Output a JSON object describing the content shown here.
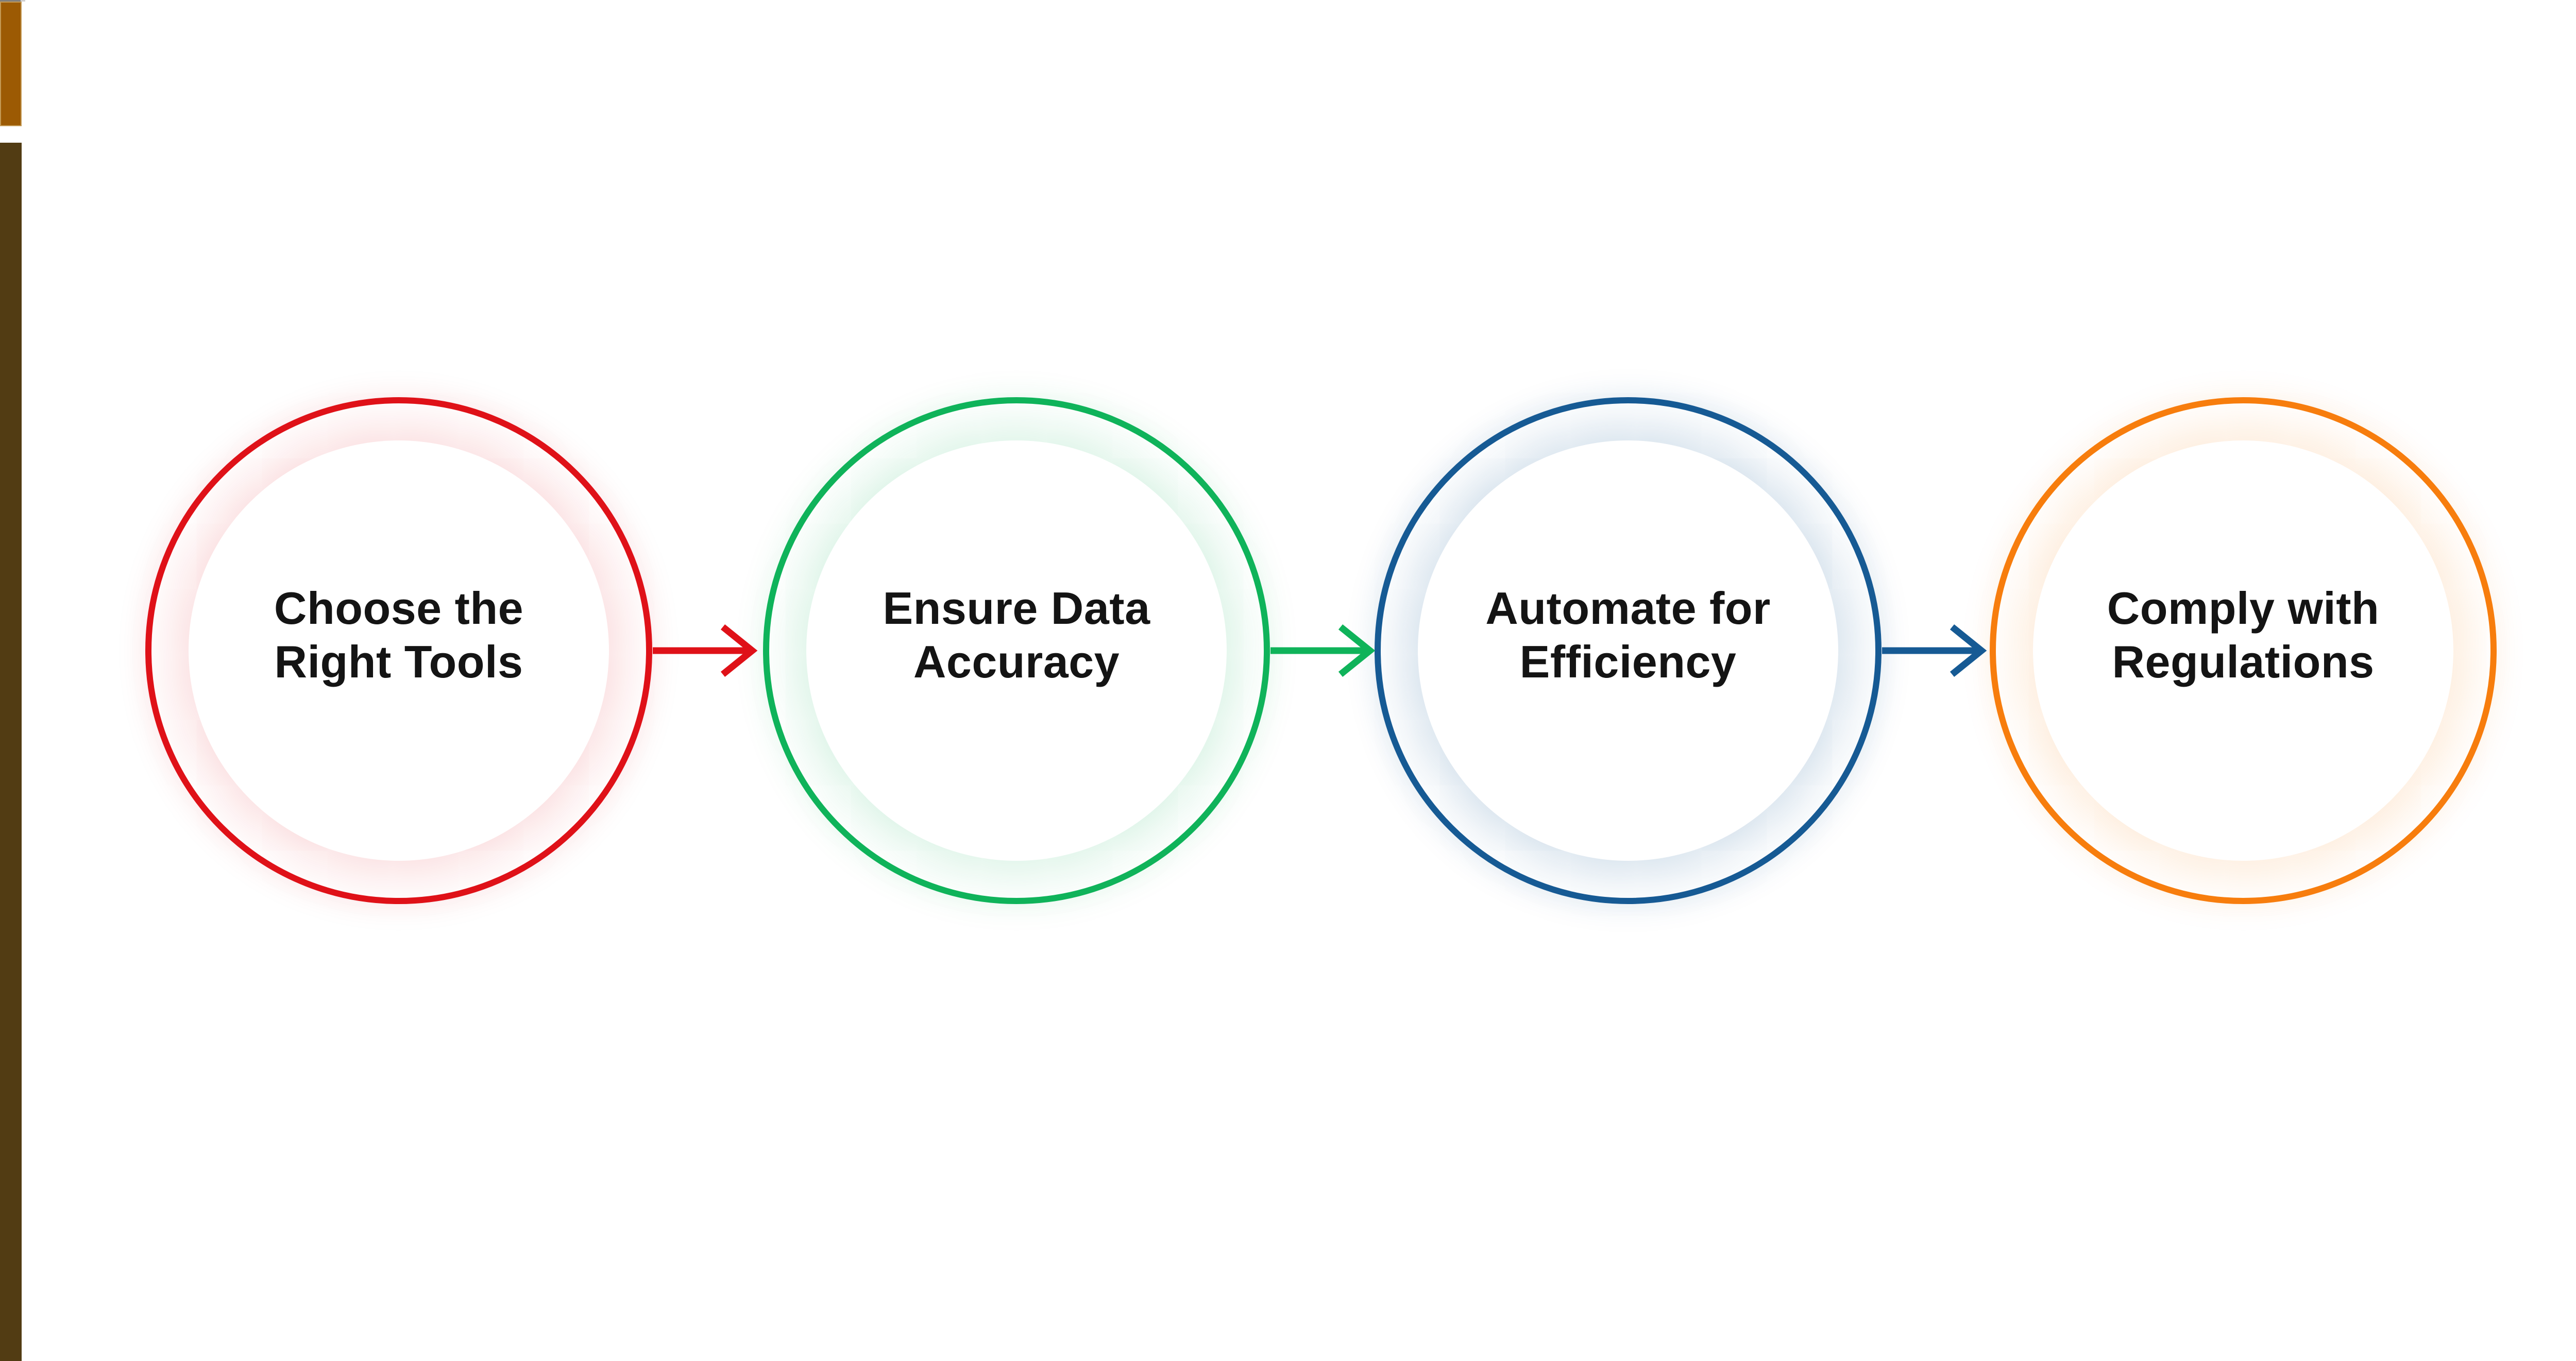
{
  "slide": {
    "background": "#ffffff",
    "left_decor": {
      "window_edge_dark_color": "#7f7f7f",
      "window_edge_light_color": "#cfcfcf",
      "top_bar_color": "#9c5a03",
      "top_bar_border_color": "#c9a05c",
      "side_bar_color": "#523c13"
    }
  },
  "diagram": {
    "type": "horizontal-process-flow",
    "text_color": "#141414",
    "steps": [
      {
        "order": 1,
        "label": "Choose the Right Tools",
        "lines": [
          "Choose the",
          "Right Tools"
        ],
        "accent": "#df1118",
        "glow": "rgba(223,17,24,0.17)",
        "outer_glow": "rgba(223,17,24,0.08)",
        "connector_to_next": "arrow-right"
      },
      {
        "order": 2,
        "label": "Ensure Data Accuracy",
        "lines": [
          "Ensure Data",
          "Accuracy"
        ],
        "accent": "#0fb35a",
        "glow": "rgba(15,179,90,0.18)",
        "outer_glow": "rgba(15,179,90,0.08)",
        "connector_to_next": "arrow-right"
      },
      {
        "order": 3,
        "label": "Automate for Efficiency",
        "lines": [
          "Automate for",
          "Efficiency"
        ],
        "accent": "#165a94",
        "glow": "rgba(22,90,148,0.22)",
        "outer_glow": "rgba(22,90,148,0.10)",
        "connector_to_next": "arrow-right"
      },
      {
        "order": 4,
        "label": "Comply with Regulations",
        "lines": [
          "Comply with",
          "Regulations"
        ],
        "accent": "#f77d0d",
        "glow": "rgba(247,125,13,0.18)",
        "outer_glow": "rgba(247,125,13,0.08)",
        "connector_to_next": null
      }
    ]
  }
}
